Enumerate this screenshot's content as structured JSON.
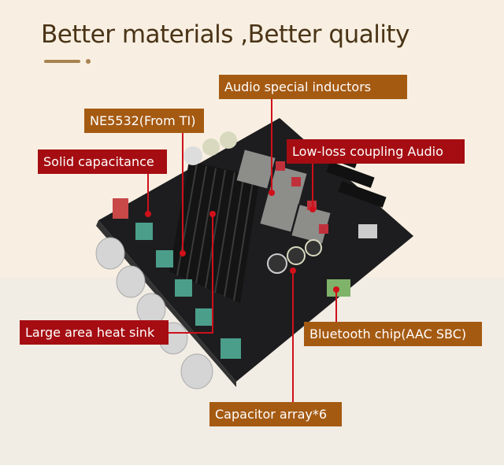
{
  "title": "Better materials ,Better quality",
  "labels": {
    "audio_inductors": "Audio special inductors",
    "ne5532": "NE5532(From TI)",
    "solid_capacitance": "Solid capacitance",
    "low_loss_coupling": "Low-loss coupling Audio",
    "heat_sink": "Large area heat sink",
    "bluetooth_chip": "Bluetooth chip(AAC SBC)",
    "capacitor_array": "Capacitor array*6"
  },
  "colors": {
    "label_brown": "#a55a12",
    "label_red": "#a50d12",
    "leader_line": "#d0101a",
    "title": "#4a3416",
    "background": "#f8efe2"
  }
}
